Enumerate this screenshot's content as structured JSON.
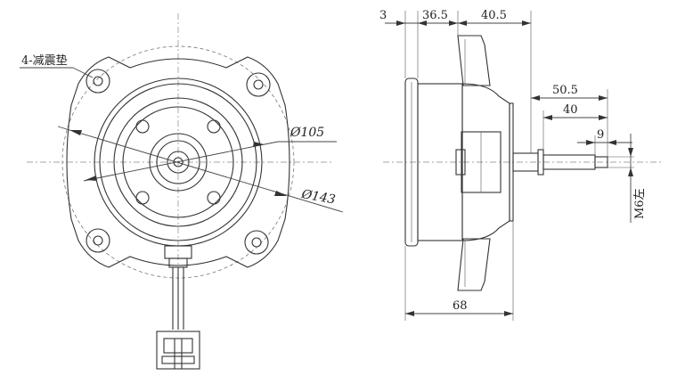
{
  "front_view": {
    "damper_label": "4-减震垫",
    "diameter_inner_label": "Ø105",
    "diameter_outer_label": "Ø143"
  },
  "side_view": {
    "dim_3": "3",
    "dim_36_5": "36.5",
    "dim_40_5": "40.5",
    "dim_50_5": "50.5",
    "dim_40": "40",
    "dim_9": "9",
    "dim_68": "68",
    "thread_label": "M6左"
  }
}
